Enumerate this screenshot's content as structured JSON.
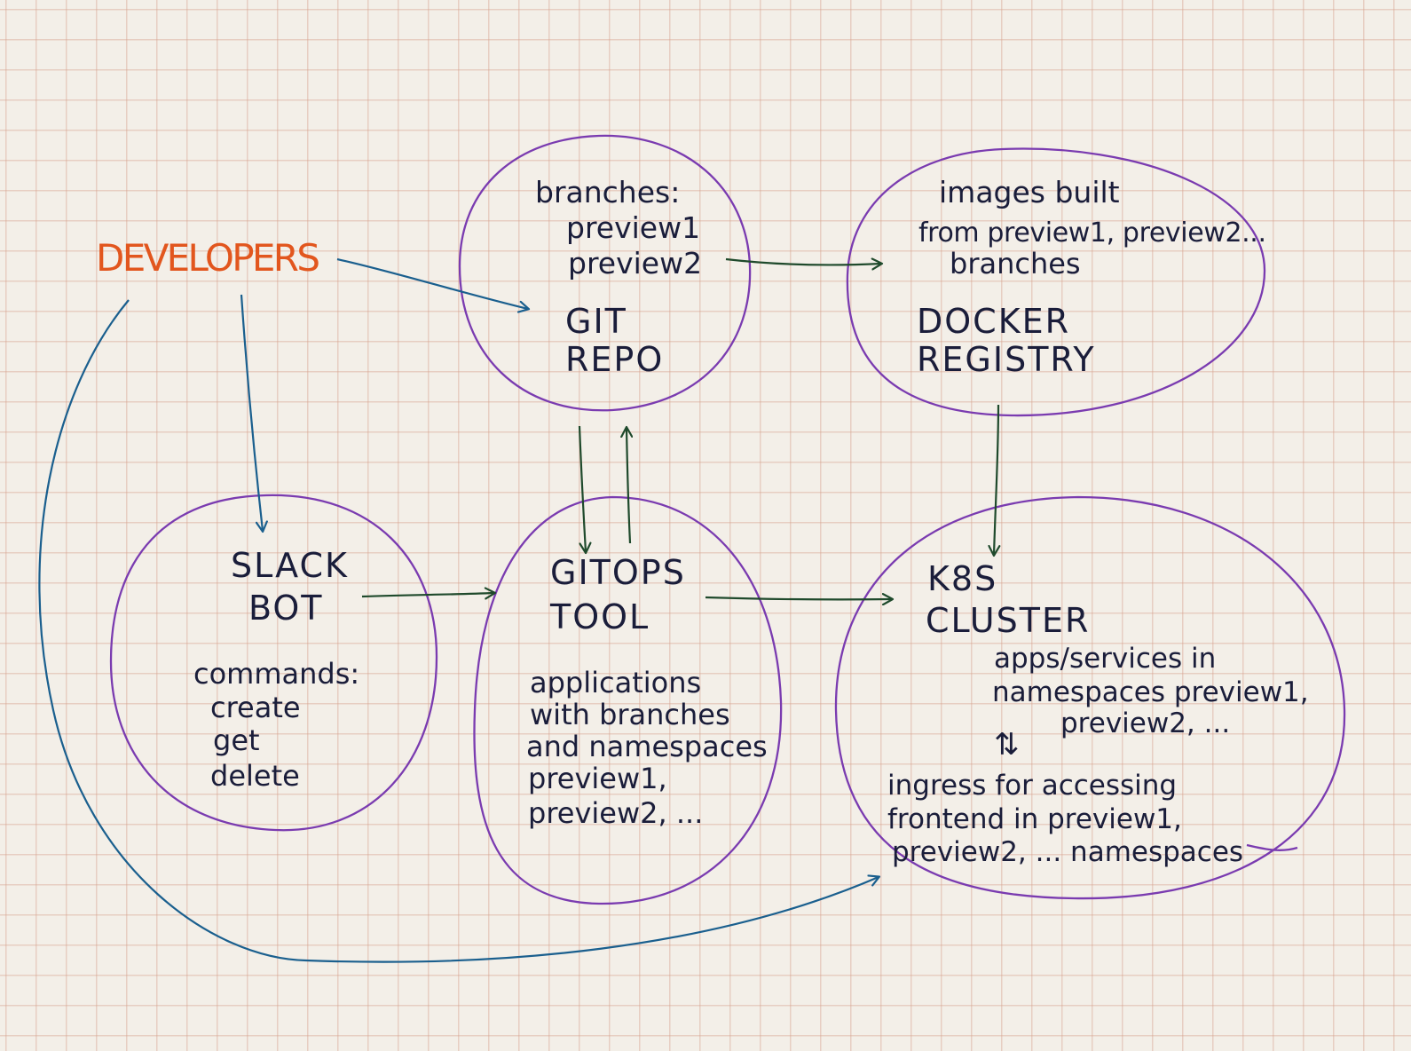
{
  "colors": {
    "paper": "#f3efe8",
    "grid": "#d6a08c",
    "circle": "#7a3bb0",
    "ink_dark": "#1a1d3a",
    "ink_developers": "#e2561e",
    "arrow_green": "#1f4a2c",
    "arrow_blue": "#1a5f8e"
  },
  "developers": {
    "label": "DEVELOPERS"
  },
  "git_repo": {
    "branches_label": "branches:",
    "branch_1": "preview1",
    "branch_2": "preview2",
    "title_1": "GIT",
    "title_2": "REPO"
  },
  "docker_registry": {
    "desc_1": "images built",
    "desc_2": "from preview1, preview2...",
    "desc_3": "branches",
    "title_1": "DOCKER",
    "title_2": "REGISTRY"
  },
  "slack_bot": {
    "title_1": "SLACK",
    "title_2": "BOT",
    "commands_label": "commands:",
    "cmd_1": "create",
    "cmd_2": "get",
    "cmd_3": "delete"
  },
  "gitops_tool": {
    "title_1": "GITOPS",
    "title_2": "TOOL",
    "desc_1": "applications",
    "desc_2": "with branches",
    "desc_3": "and namespaces",
    "desc_4": "preview1,",
    "desc_5": "preview2, ..."
  },
  "k8s_cluster": {
    "title_1": "K8S",
    "title_2": "CLUSTER",
    "apps_1": "apps/services in",
    "apps_2": "namespaces preview1,",
    "apps_3": "preview2, ...",
    "link_symbol": "⇅",
    "ingress_1": "ingress for accessing",
    "ingress_2": "frontend in preview1,",
    "ingress_3": "preview2, ... namespaces"
  }
}
